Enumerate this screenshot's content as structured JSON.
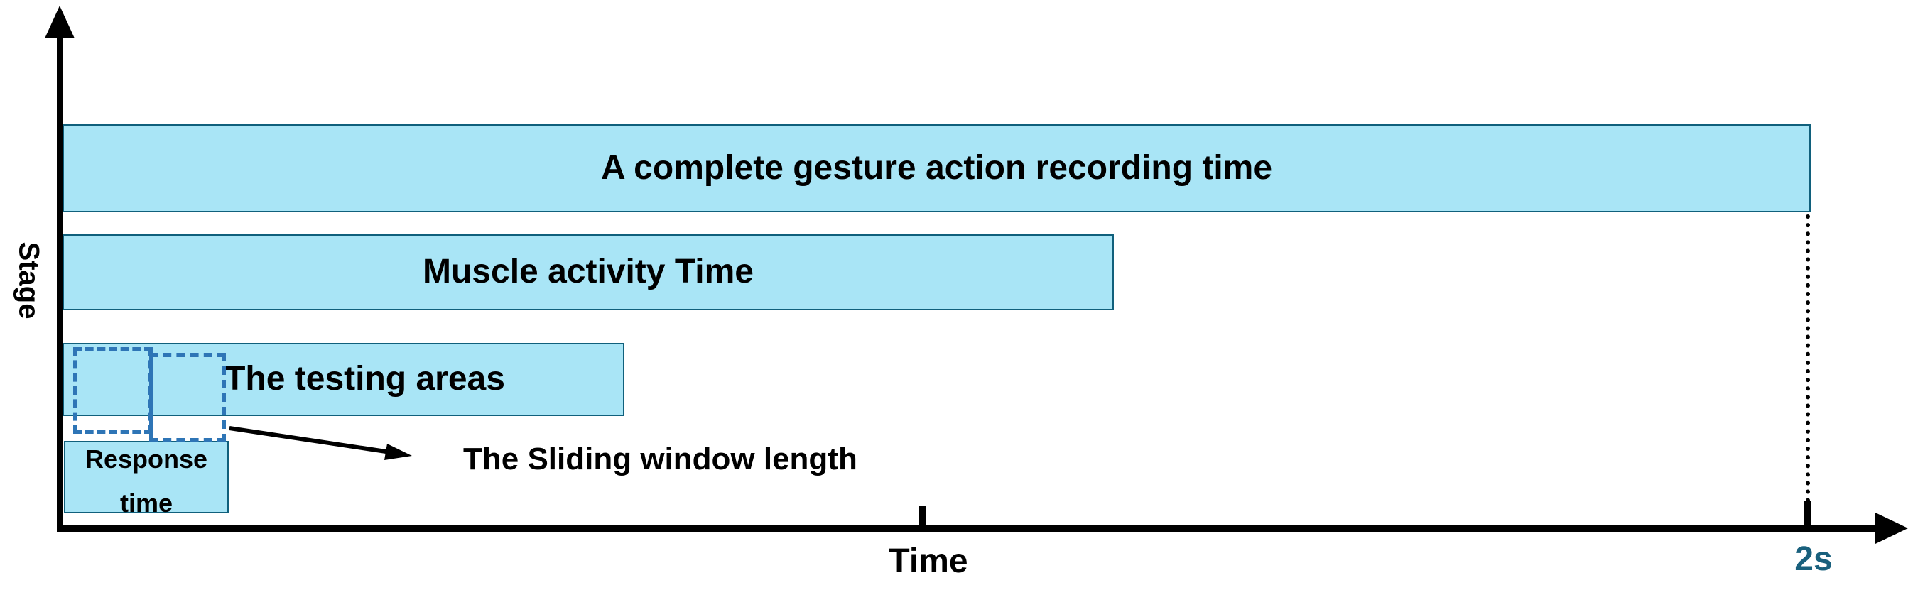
{
  "figure": {
    "axes": {
      "y_label": "Stage",
      "x_label": "Time",
      "end_tick_label": "2s"
    },
    "bars": [
      {
        "label": "A complete gesture action recording time"
      },
      {
        "label": "Muscle activity Time"
      },
      {
        "label": "The testing areas"
      },
      {
        "label": "Response time",
        "line1": "Response",
        "line2": "time"
      }
    ],
    "annotation": {
      "sliding_window_label": "The Sliding window length"
    },
    "colors": {
      "bar_fill": "#A9E5F6",
      "bar_border": "#10607C",
      "sliding_window": "#2E75B6",
      "axis": "#000000",
      "tick_label_2s": "#19607D"
    }
  },
  "chart_data": {
    "type": "bar",
    "orientation": "horizontal-timeline",
    "title": "",
    "xlabel": "Time",
    "ylabel": "Stage",
    "x_range_seconds": [
      0,
      2
    ],
    "ticks": [
      {
        "position_s": 1,
        "label": ""
      },
      {
        "position_s": 2,
        "label": "2s"
      }
    ],
    "categories": [
      "A complete gesture action recording time",
      "Muscle activity Time",
      "The testing areas",
      "Response time"
    ],
    "start_s": [
      0,
      0,
      0,
      0
    ],
    "duration_s_est": [
      2.0,
      1.2,
      0.64,
      0.19
    ],
    "sliding_windows_est": [
      {
        "start_s": 0.01,
        "end_s": 0.1
      },
      {
        "start_s": 0.1,
        "end_s": 0.19
      }
    ],
    "annotations": [
      "The Sliding window length"
    ],
    "grid": false,
    "legend": false
  }
}
